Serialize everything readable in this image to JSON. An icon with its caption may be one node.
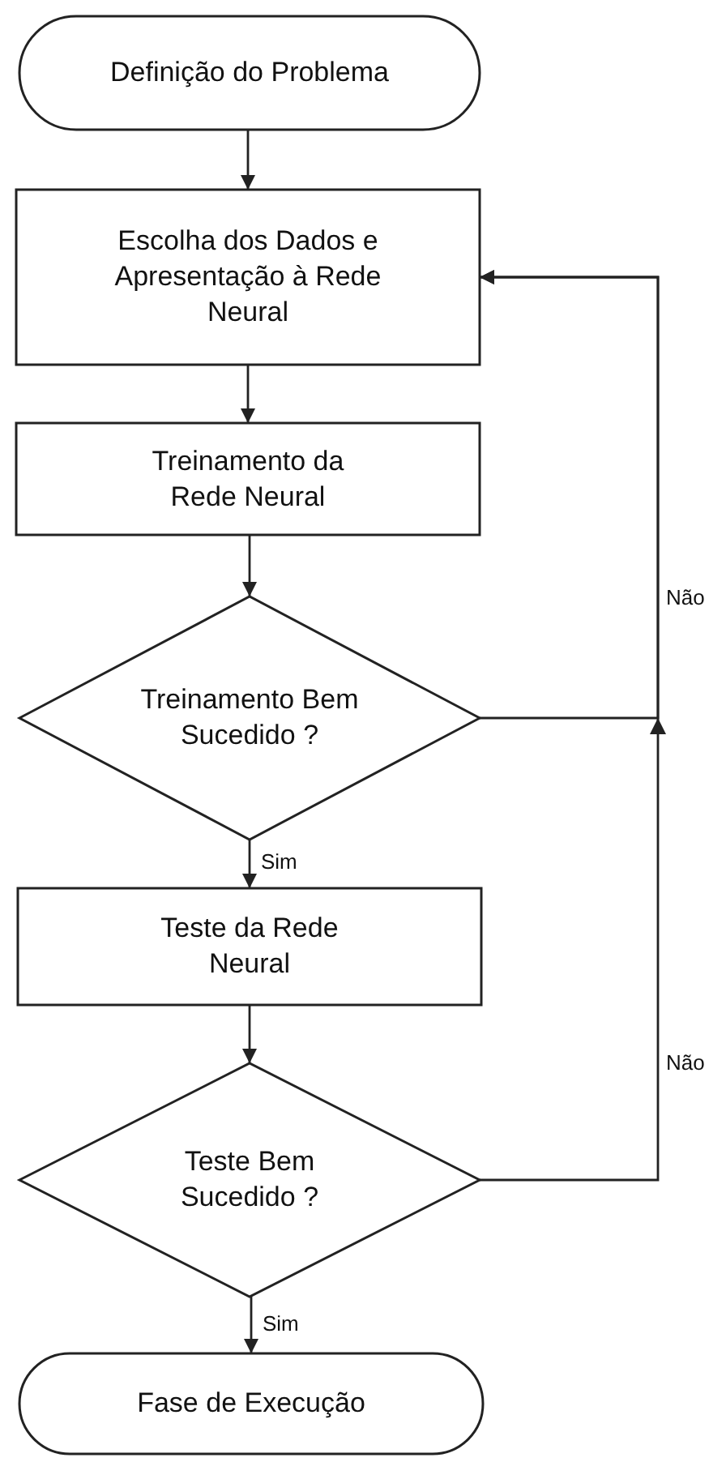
{
  "diagram": {
    "nodes": [
      {
        "text": [
          "Definição do Problema"
        ]
      },
      {
        "text": [
          "Escolha dos Dados e Apresentação à Rede Neural"
        ]
      },
      {
        "text": [
          "Treinamento da Rede Neural"
        ]
      },
      {
        "text": [
          "Treinamento Bem Sucedido ?"
        ]
      },
      {
        "text": [
          "Teste da Rede Neural"
        ]
      },
      {
        "text": [
          "Teste Bem Sucedido ?"
        ]
      },
      {
        "text": [
          "Fase de Execução"
        ]
      }
    ],
    "edges": [
      {
        "from": 0,
        "to": 1,
        "arrow": "to"
      },
      {
        "from": 1,
        "to": 2,
        "arrow": "to"
      },
      {
        "from": 2,
        "to": 3,
        "arrow": "to"
      },
      {
        "from": 3,
        "to": 4,
        "arrow": "to",
        "label": "Sim"
      },
      {
        "from": 4,
        "to": 5,
        "arrow": "to"
      },
      {
        "from": 5,
        "to": 6,
        "arrow": "to",
        "label": "Sim"
      },
      {
        "from": 3,
        "to": 1,
        "arrow": "to",
        "label": "Não"
      },
      {
        "from": 5,
        "to": 1,
        "arrow": "to",
        "label": "Não"
      }
    ]
  }
}
